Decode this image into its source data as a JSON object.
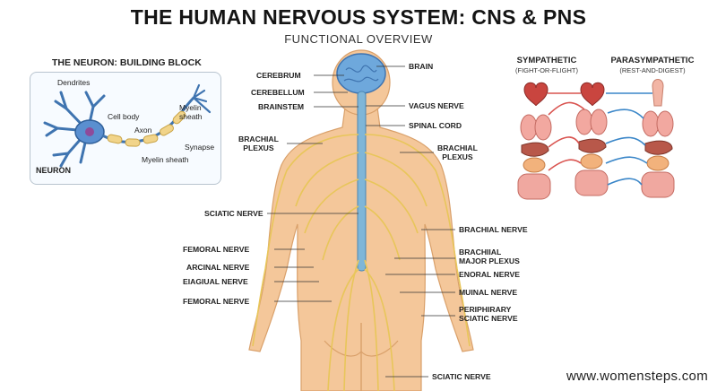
{
  "header": {
    "title": "THE HUMAN NERVOUS SYSTEM: CNS & PNS",
    "subtitle": "FUNCTIONAL OVERVIEW"
  },
  "neuron_panel": {
    "title": "THE NEURON: BUILDING BLOCK",
    "labels": {
      "dendrites": "Dendrites",
      "cell_body": "Cell body",
      "axon": "Axon",
      "myelin_sheath_top": "Myelin\nsheath",
      "synapse": "Synapse",
      "myelin_sheath_bottom": "Myelin sheath",
      "neuron": "NEURON"
    }
  },
  "body_labels": {
    "left": {
      "cerebrum": "CEREBRUM",
      "cerebellum": "CEREBELLUM",
      "brainstem": "BRAINSTEM",
      "brachial_plexus": "BRACHIAL\nPLEXUS",
      "sciatic_nerve": "SCIATIC NERVE",
      "femoral_nerve_1": "FEMORAL NERVE",
      "arcinal_nerve": "ARCINAL NERVE",
      "eiagiual_nerve": "EIAGIUAL NERVE",
      "femoral_nerve_2": "FEMORAL NERVE"
    },
    "right": {
      "brain": "BRAIN",
      "vagus_nerve": "VAGUS NERVE",
      "spinal_cord": "SPINAL CORD",
      "brachial_plexus": "BRACHIAL\nPLEXUS",
      "brachial_nerve": "BRACHIAL NERVE",
      "brachiial_major_plexus": "BRACHIIAL\nMAJOR PLEXUS",
      "enoral_nerve": "ENORAL NERVE",
      "muinal_nerve": "MUINAL NERVE",
      "periphirary_sciatic_nerve": "PERIPHIRARY\nSCIATIC NERVE",
      "sciatic_nerve_bottom": "SCIATIC NERVE"
    }
  },
  "autonomic": {
    "sympathetic": {
      "title": "SYMPATHETIC",
      "sub": "(FIGHT-OR-FLIGHT)"
    },
    "parasympathetic": {
      "title": "PARASYMPATHETIC",
      "sub": "(REST-AND-DIGEST)"
    }
  },
  "colors": {
    "nerve": "#e8c65a",
    "spine": "#7fb6d8",
    "skin": "#f4c79a",
    "sympathetic": "#d9534f",
    "parasympathetic": "#3a86c8"
  },
  "watermark": "www.womensteps.com"
}
